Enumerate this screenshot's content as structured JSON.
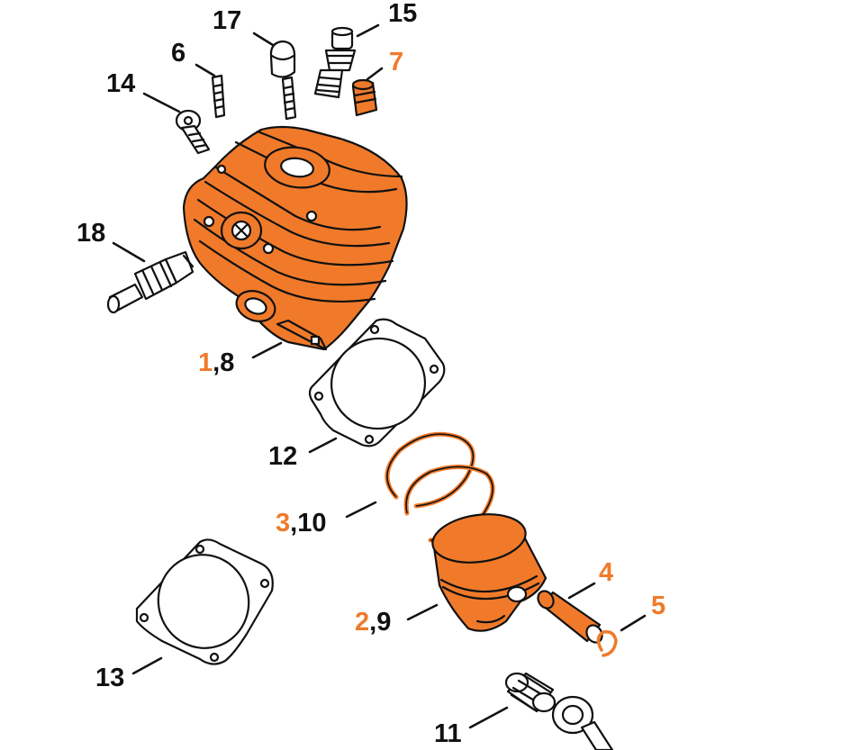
{
  "diagram": {
    "accent_color": "#f07a2a",
    "labels": {
      "l17": "17",
      "l15": "15",
      "l6": "6",
      "l7": "7",
      "l14": "14",
      "l18": "18",
      "l1": "1",
      "l1_suffix": ",8",
      "l12": "12",
      "l3": "3",
      "l3_suffix": ",10",
      "l4": "4",
      "l5": "5",
      "l2": "2",
      "l2_suffix": ",9",
      "l13": "13",
      "l11": "11"
    }
  }
}
